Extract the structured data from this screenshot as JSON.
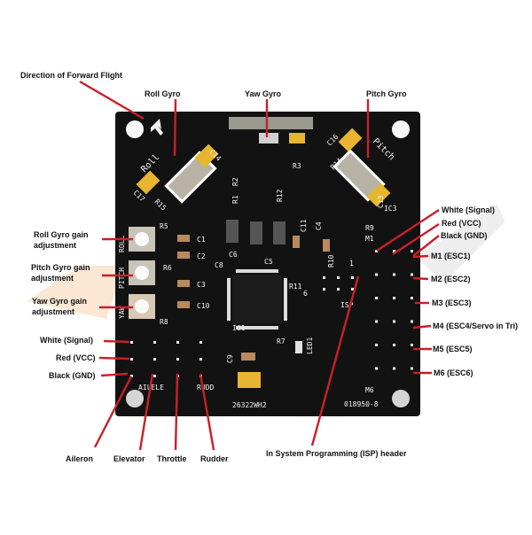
{
  "callouts": {
    "forward_flight": "Direction of Forward Flight",
    "roll_gyro": "Roll Gyro",
    "yaw_gyro": "Yaw Gyro",
    "pitch_gyro": "Pitch Gyro",
    "roll_gain": "Roll Gyro gain adjustment",
    "pitch_gain": "Pitch Gyro gain adjustment",
    "yaw_gain": "Yaw Gyro gain adjustment",
    "left_white": "White (Signal)",
    "left_red": "Red (VCC)",
    "left_black": "Black (GND)",
    "right_white": "White (Signal)",
    "right_red": "Red (VCC)",
    "right_black": "Black (GND)",
    "m1": "M1 (ESC1)",
    "m2": "M2 (ESC2)",
    "m3": "M3 (ESC3)",
    "m4": "M4 (ESC4/Servo in Tri)",
    "m5": "M5 (ESC5)",
    "m6": "M6 (ESC6)",
    "aileron": "Aileron",
    "elevator": "Elevator",
    "throttle": "Throttle",
    "rudder": "Rudder",
    "isp": "In System Programming (ISP) header"
  },
  "silkscreen": {
    "roll": "Roll",
    "pitch": "Pitch",
    "roll_pot": "ROLL",
    "pitch_pot": "PITCH",
    "yaw_pot": "YAW",
    "ic3": "IC3",
    "ic1": "IC1",
    "m1": "M1",
    "m6": "M6",
    "isp": "ISP",
    "ail_ele": "AILELE",
    "rudd": "RUDD",
    "led1": "LED1",
    "code1": "26322WH2",
    "code2": "018950-8",
    "pin1": "1",
    "pin6": "6",
    "components": {
      "c1": "C1",
      "c2": "C2",
      "c3": "C3",
      "c5": "C5",
      "c6": "C6",
      "c8": "C8",
      "c9": "C9",
      "c10": "C10",
      "c11": "C11",
      "c13": "C13",
      "c14": "C14",
      "c16": "C16",
      "c17": "C17",
      "c4": "C4",
      "r1": "R1",
      "r2": "R2",
      "r3": "R3",
      "r5": "R5",
      "r6": "R6",
      "r7": "R7",
      "r8": "R8",
      "r9": "R9",
      "r10": "R10",
      "r11": "R11",
      "r12": "R12",
      "r14": "R14",
      "r15": "R15"
    }
  },
  "colors": {
    "pcb": "#111111",
    "leader": "#c8202a",
    "silkscreen": "#f2f2f2",
    "tantalum": "#e8b530",
    "crystal": "#b9b3a6"
  }
}
